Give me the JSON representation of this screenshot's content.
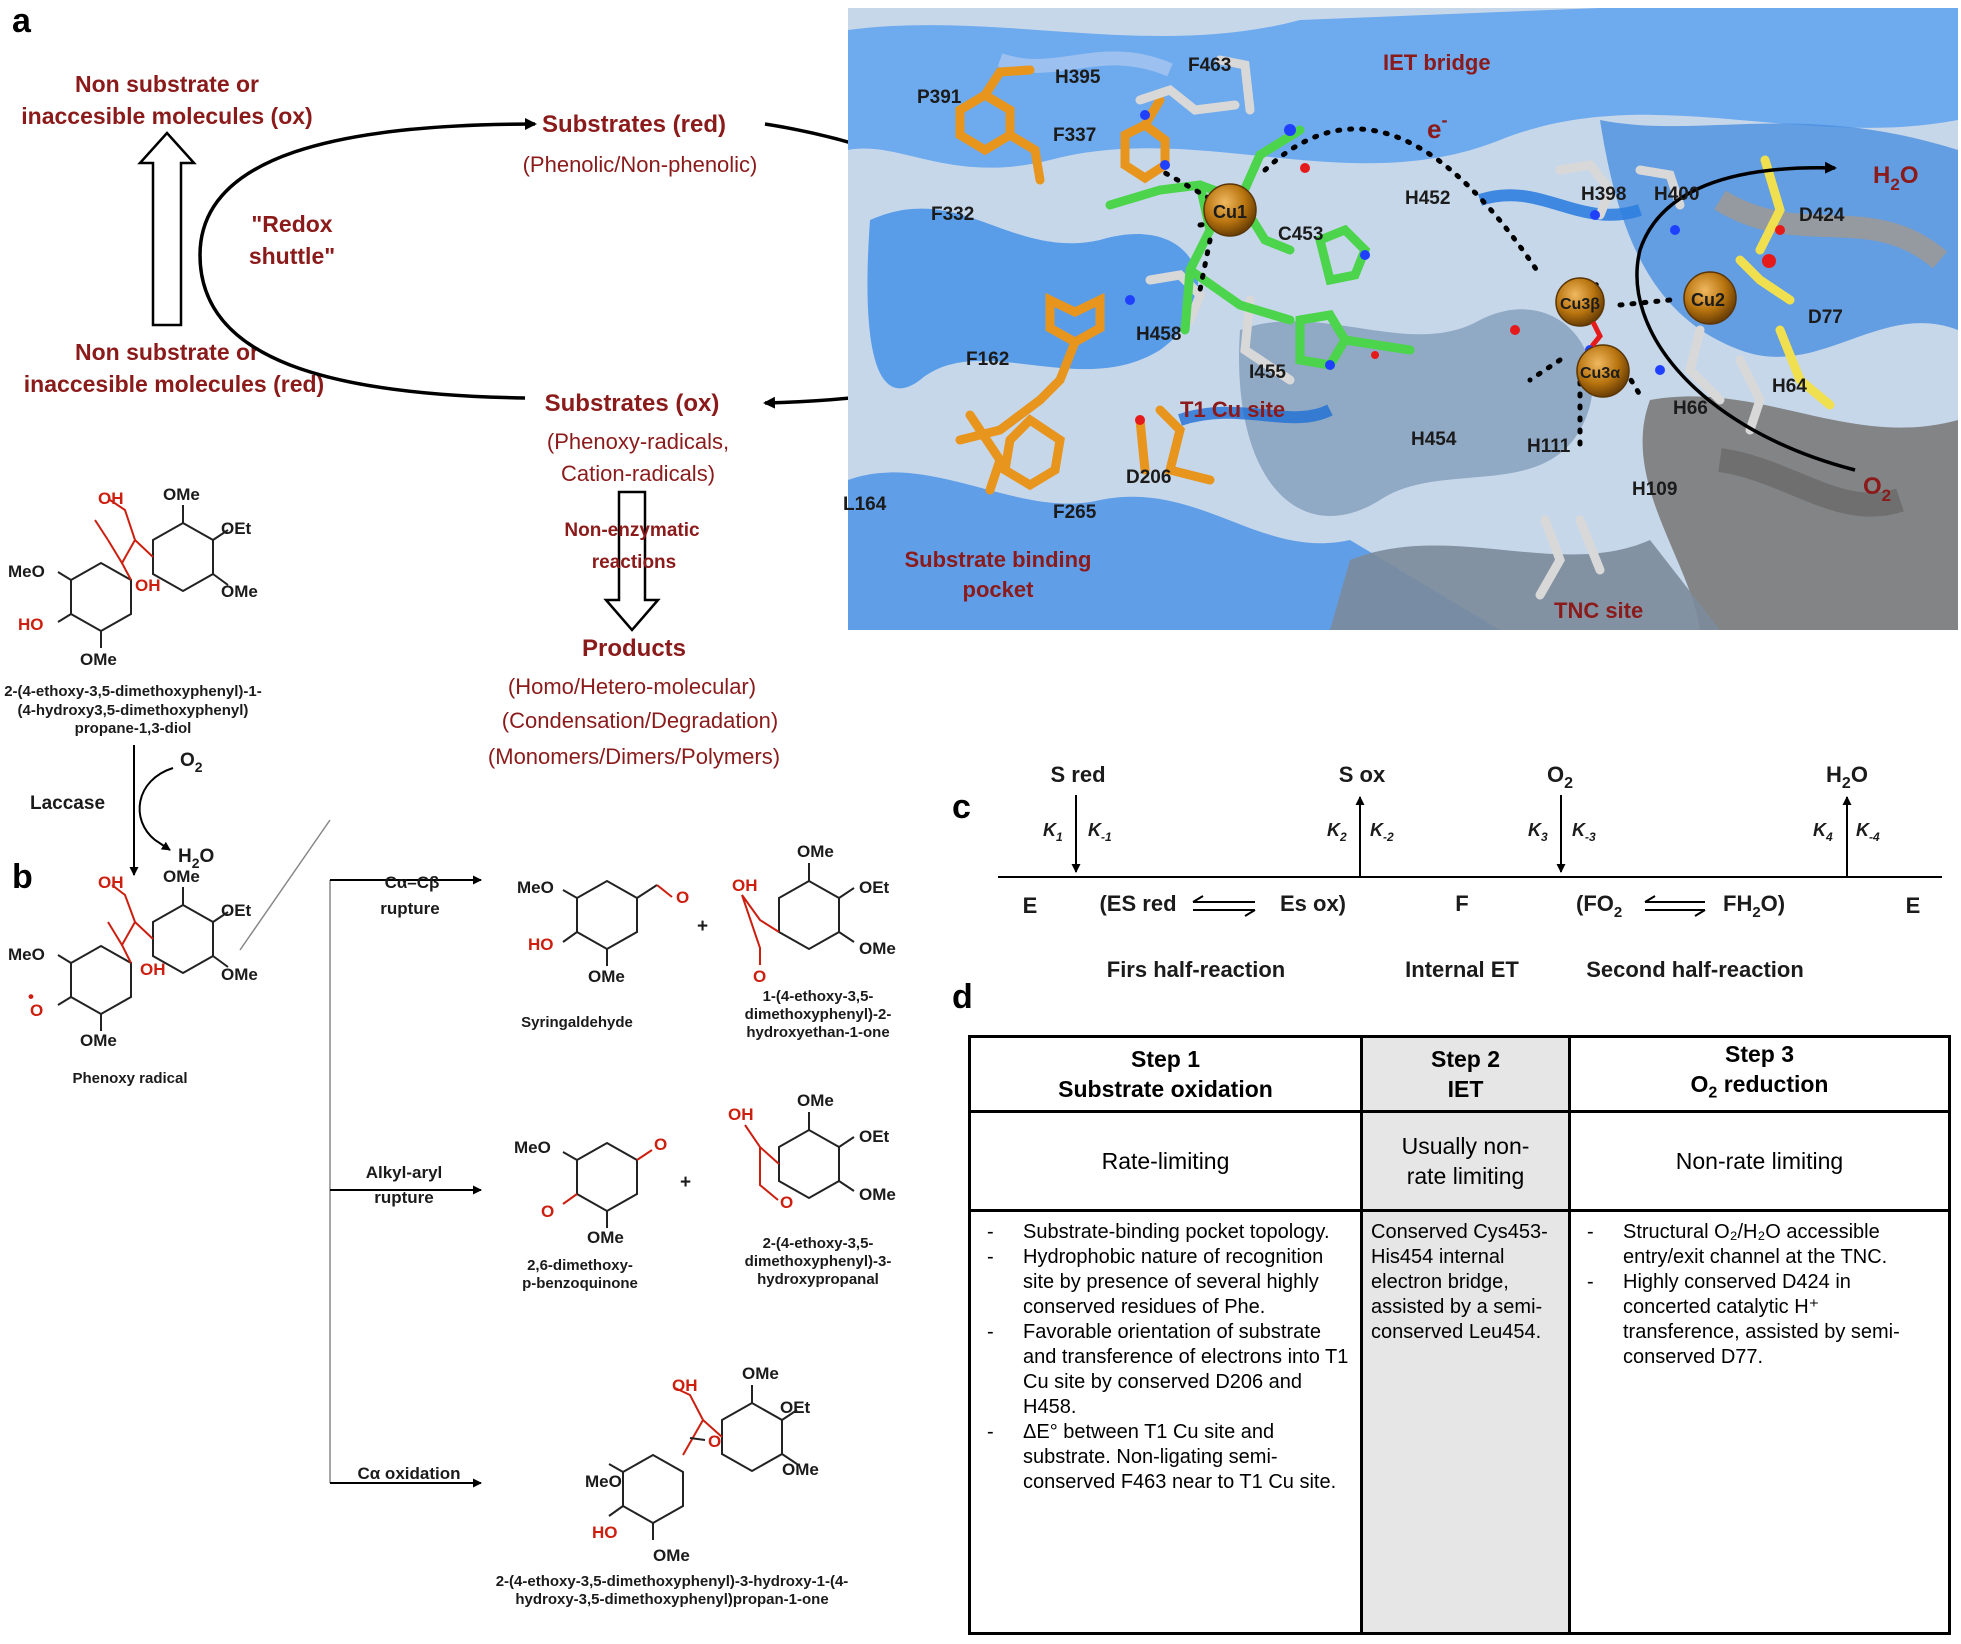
{
  "panels": {
    "a": "a",
    "b": "b",
    "c": "c",
    "d": "d"
  },
  "panel_a": {
    "non_substrate_ox": [
      "Non substrate or",
      "inaccesible molecules (ox)"
    ],
    "non_substrate_red": [
      "Non substrate or",
      "inaccesible molecules (red)"
    ],
    "redox_shuttle": [
      "\"Redox",
      "shuttle\""
    ],
    "substrates_red": "Substrates (red)",
    "substrates_red_sub": "(Phenolic/Non-phenolic)",
    "substrates_ox": "Substrates (ox)",
    "substrates_ox_sub": [
      "(Phenoxy-radicals,",
      "Cation-radicals)"
    ],
    "non_enzymatic": [
      "Non-enzymatic",
      "reactions"
    ],
    "products": "Products",
    "products_sub": [
      "(Homo/Hetero-molecular)",
      "(Condensation/Degradation)",
      "(Monomers/Dimers/Polymers)"
    ],
    "structure": {
      "residues": {
        "P391": "P391",
        "H395": "H395",
        "F463": "F463",
        "F337": "F337",
        "F332": "F332",
        "C453": "C453",
        "H452": "H452",
        "H458": "H458",
        "I455": "I455",
        "F162": "F162",
        "H454": "H454",
        "H111": "H111",
        "L164": "L164",
        "F265": "F265",
        "D206": "D206",
        "H398": "H398",
        "H400": "H400",
        "D424": "D424",
        "D77": "D77",
        "H64": "H64",
        "H66": "H66",
        "H109": "H109"
      },
      "copper": {
        "cu1": "Cu1",
        "cu2": "Cu2",
        "cu3b": "Cu3β",
        "cu3a": "Cu3α"
      },
      "ietbridge": "IET bridge",
      "electron": "e",
      "electron_sup": "-",
      "water": "H",
      "water_sub": "2",
      "water_tail": "O",
      "oxygen": "O",
      "oxygen_sub": "2",
      "t1_site": "T1 Cu site",
      "tnc_site": "TNC site",
      "pocket": [
        "Substrate binding",
        "pocket"
      ]
    },
    "colors": {
      "label": "#8b1a1a",
      "protein_blue": "#3d8ee8",
      "protein_grey": "#8c8c8c",
      "copper": "#b8740f",
      "carbon_orange": "#e8951e",
      "carbon_green": "#4cd44c",
      "carbon_yellow": "#f0e050"
    }
  },
  "panel_b": {
    "start_name": [
      "2-(4-ethoxy-3,5-dimethoxyphenyl)-1-",
      "(4-hydroxy3,5-dimethoxyphenyl)",
      "propane-1,3-diol"
    ],
    "laccase": "Laccase",
    "o2": "O",
    "o2_sub": "2",
    "h2o": "H",
    "h2o_sub": "2",
    "h2o_tail": "O",
    "radical_name": "Phenoxy radical",
    "routes": [
      {
        "label": [
          "Cα–Cβ",
          "rupture"
        ]
      },
      {
        "label": [
          "Alkyl-aryl",
          "rupture"
        ]
      },
      {
        "label": [
          "Cα oxidation"
        ]
      }
    ],
    "plus": "+",
    "p1a_name": "Syringaldehyde",
    "p1b_name": [
      "1-(4-ethoxy-3,5-",
      "dimethoxyphenyl)-2-",
      "hydroxyethan-1-one"
    ],
    "p2a_name": [
      "2,6-dimethoxy-",
      "p-benzoquinone"
    ],
    "p2b_name": [
      "2-(4-ethoxy-3,5-",
      "dimethoxyphenyl)-3-",
      "hydroxypropanal"
    ],
    "p3_name": [
      "2-(4-ethoxy-3,5-dimethoxyphenyl)-3-hydroxy-1-(4-",
      "hydroxy-3,5-dimethoxyphenyl)propan-1-one"
    ],
    "groups": {
      "ome": "OMe",
      "meo": "MeO",
      "oet": "OEt",
      "oh": "OH",
      "ho": "HO",
      "o": "O",
      "dot": "•"
    }
  },
  "panel_c": {
    "s_red": "S red",
    "s_ox": "S ox",
    "o2": "O",
    "o2_sub": "2",
    "h2o": "H",
    "h2o_sub": "2",
    "h2o_tail": "O",
    "k": "K",
    "k_subs": [
      "1",
      "-1",
      "2",
      "-2",
      "3",
      "-3",
      "4",
      "-4"
    ],
    "e_left": "E",
    "es_red": "(ES red",
    "es_ox": "Es ox)",
    "f": "F",
    "fo2": "(FO",
    "fo2_sub": "2",
    "fh2o": "FH",
    "fh2o_sub": "2",
    "fh2o_tail": "O)",
    "e_right": "E",
    "first_half": "Firs half-reaction",
    "internal_et": "Internal ET",
    "second_half": "Second half-reaction"
  },
  "panel_d": {
    "step1_title": [
      "Step 1",
      "Substrate oxidation"
    ],
    "step2_title": [
      "Step 2",
      "IET"
    ],
    "step3_title_a": "Step 3",
    "step3_title_o": "O",
    "step3_title_sub": "2",
    "step3_title_tail": " reduction",
    "step1_rate": "Rate-limiting",
    "step2_rate": [
      "Usually non-",
      "rate limiting"
    ],
    "step3_rate": "Non-rate limiting",
    "step1_points": [
      "Substrate-binding pocket topology.",
      "Hydrophobic nature of recognition site by presence of several highly conserved residues of Phe.",
      "Favorable orientation of substrate and transference of electrons into T1 Cu site by conserved D206 and H458.",
      "ΔE° between T1 Cu site and substrate. Non-ligating semi-conserved F463 near to T1 Cu site."
    ],
    "step2_text": "Conserved Cys453-His454 internal electron bridge, assisted by a semi-conserved Leu454.",
    "step3_points": [
      "Structural O₂/H₂O accessible entry/exit channel at the TNC.",
      "Highly conserved D424 in concerted catalytic H⁺ transference, assisted by semi-conserved D77."
    ]
  }
}
